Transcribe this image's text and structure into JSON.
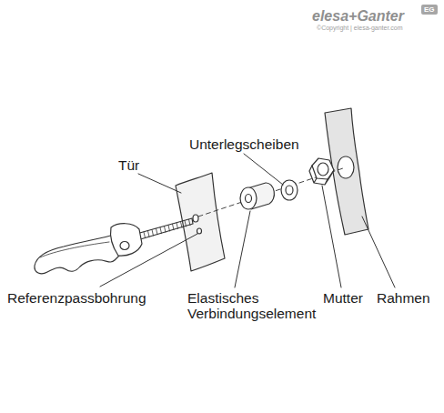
{
  "diagram": {
    "labels": [
      "elesa+Ganter",
      "EG",
      "©Copyright | elesa-ganter.com",
      "Unterlegscheiben",
      "Tür",
      "Referenzpassbohrung",
      "Elastisches Verbindungselement",
      "Mutter",
      "Rahmen"
    ]
  }
}
